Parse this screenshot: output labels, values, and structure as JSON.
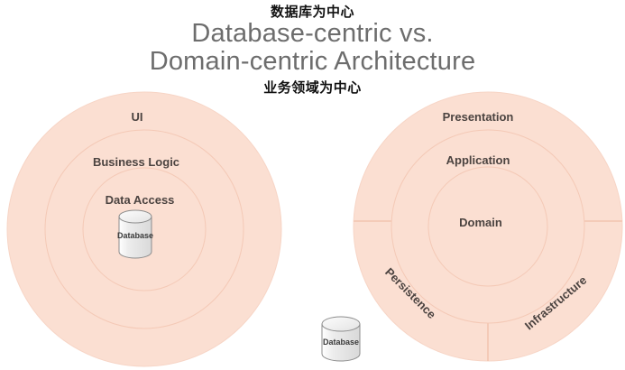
{
  "title": {
    "cn_top": "数据库为中心",
    "cn_bottom": "业务领域为中心",
    "line1": "Database-centric vs.",
    "line2": "Domain-centric Architecture"
  },
  "colors": {
    "ring_fill": "#fbdfd2",
    "ring_stroke": "#f6d3c3",
    "divider": "#f4c9b6",
    "label_text": "#4b4340",
    "title_text": "#6d6d6d",
    "cn_text": "#111111",
    "cylinder_fill": "#e8e8e8",
    "cylinder_stroke": "#8a8a8a"
  },
  "left_diagram": {
    "name": "database-centric",
    "rings": [
      {
        "label": "UI",
        "radius": 152
      },
      {
        "label": "Business Logic",
        "radius": 110
      },
      {
        "label": "Data Access",
        "radius": 68
      }
    ],
    "cylinder": {
      "label": "Database"
    }
  },
  "right_diagram": {
    "name": "domain-centric",
    "rings": [
      {
        "label": "Presentation",
        "radius": 149
      },
      {
        "label": "Application",
        "radius": 107
      },
      {
        "label": "Domain",
        "radius": 66
      }
    ],
    "sectors": [
      {
        "label": "Persistence",
        "rotation": 45
      },
      {
        "label": "Infrastructure",
        "rotation": -40
      }
    ],
    "cylinder": {
      "label": "Database"
    }
  }
}
